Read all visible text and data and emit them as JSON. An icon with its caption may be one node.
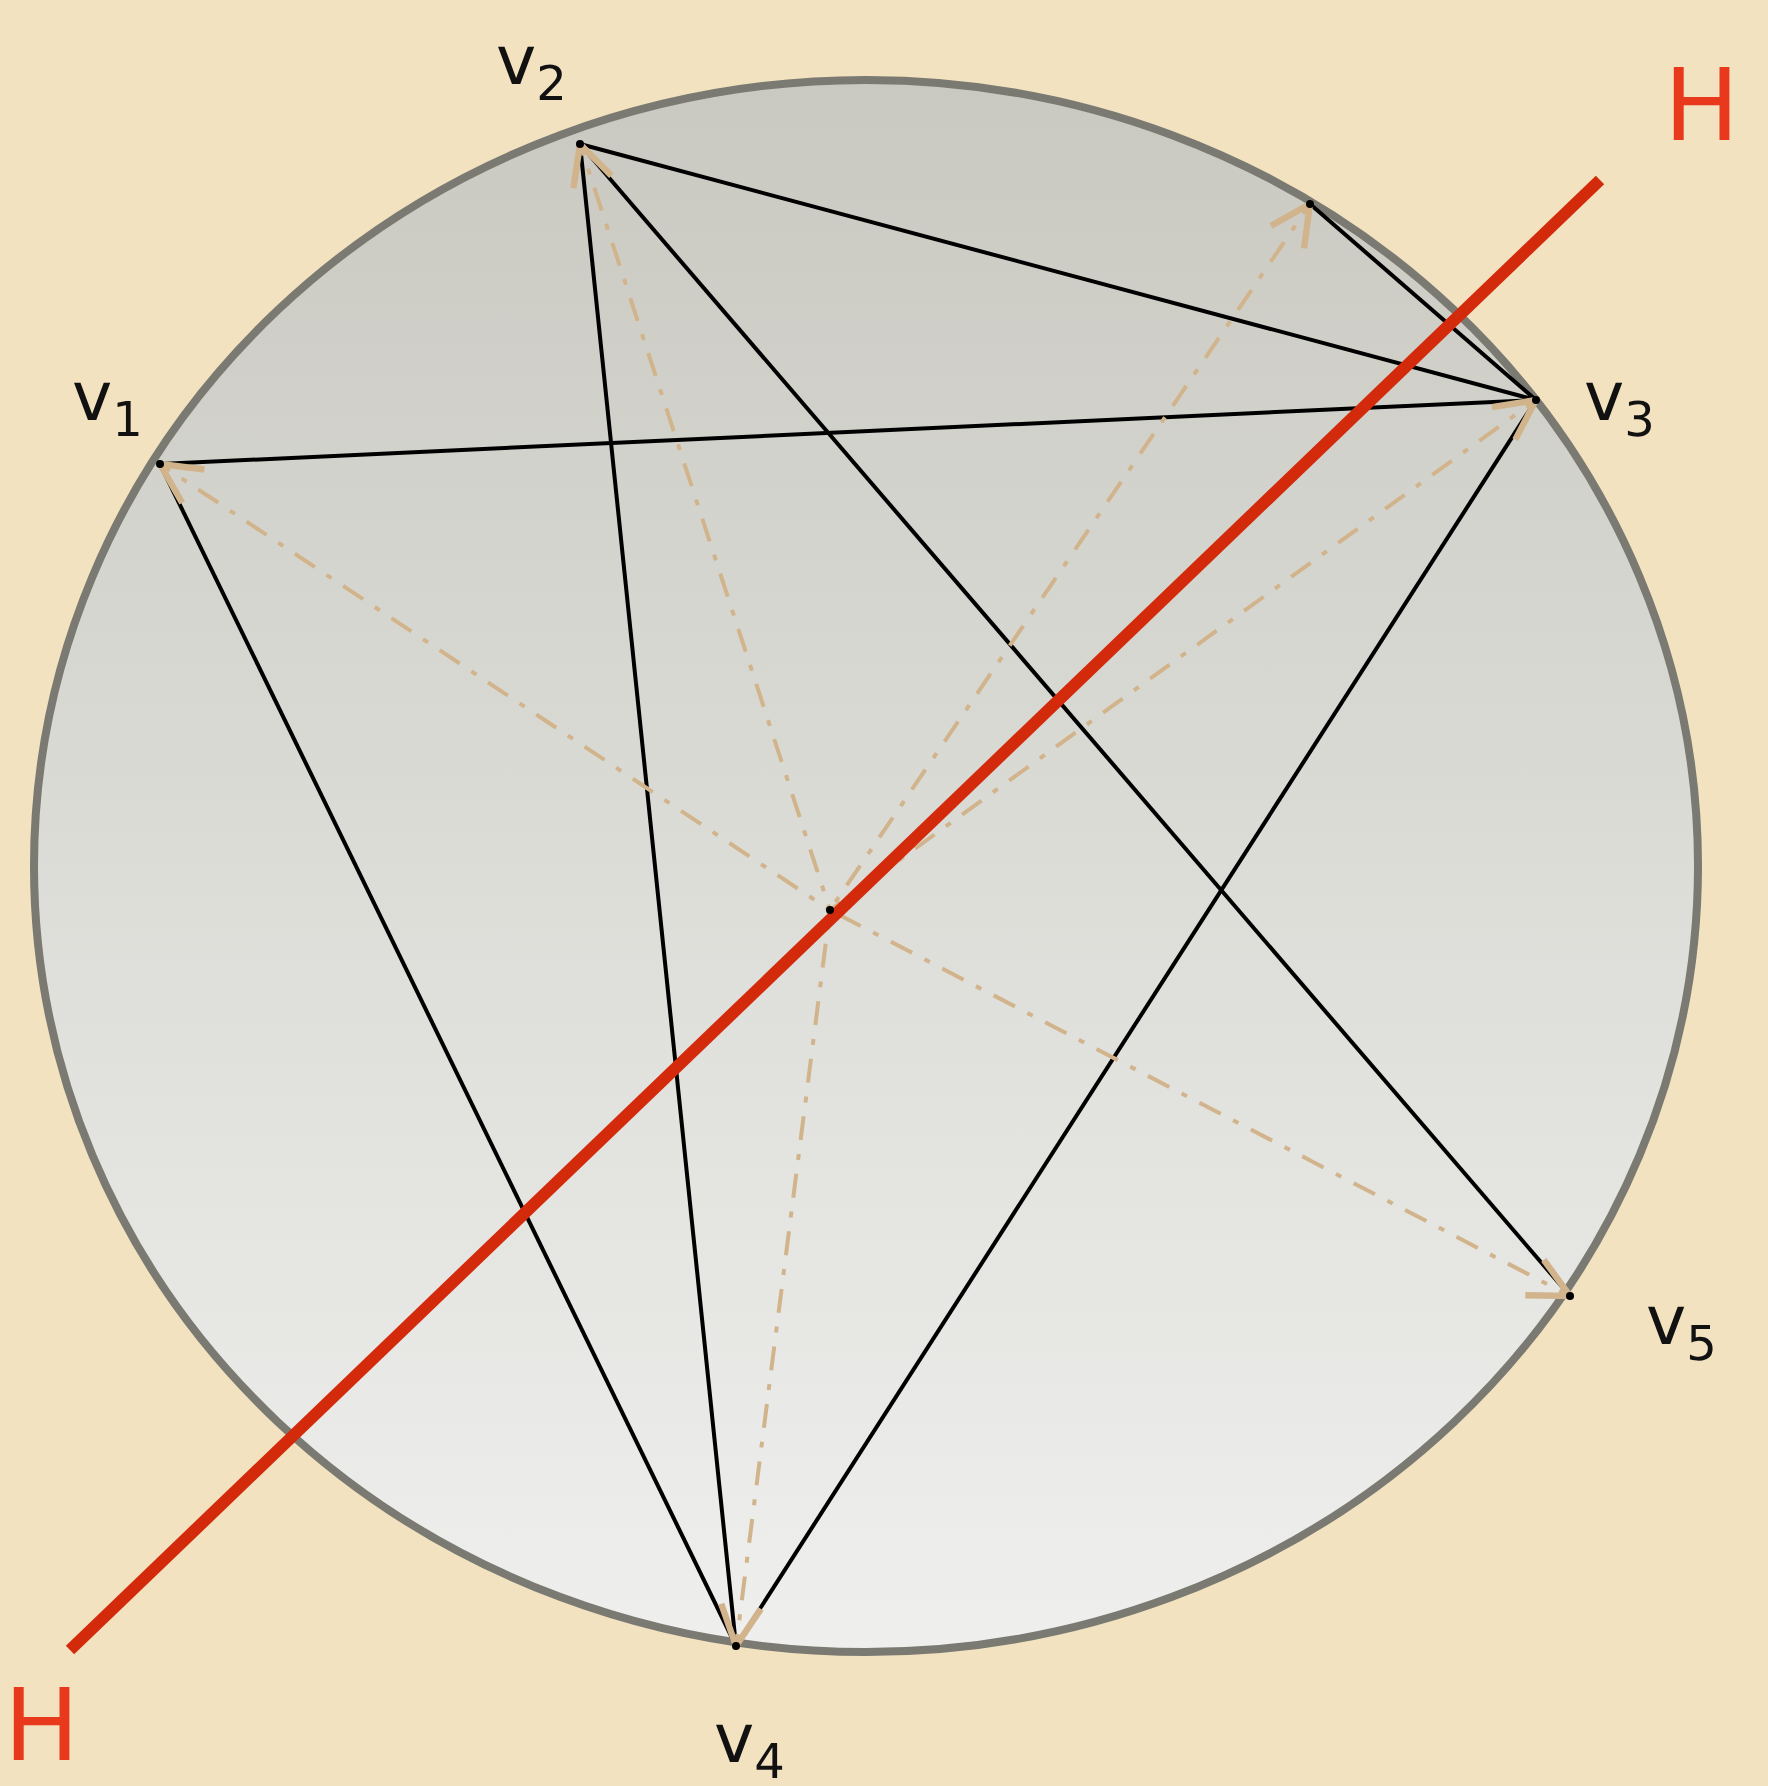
{
  "diagram": {
    "nodes": [
      {
        "text": [],
        "shape": "circle"
      },
      {
        "text": [
          "v$_{1}$"
        ],
        "in": 0
      },
      {
        "text": [
          "v$_{2}$"
        ],
        "in": 0
      },
      {
        "text": [
          "v$_{3}$"
        ],
        "in": 0
      },
      {
        "text": [
          "v$_{4}$"
        ],
        "in": 0
      },
      {
        "text": [
          "v$_{5}$"
        ],
        "in": 0
      },
      {
        "text": [],
        "shape": "point",
        "in": 0
      },
      {
        "text": [],
        "shape": "point",
        "in": 0
      }
    ],
    "edges": [
      {
        "from": 2,
        "to": 3,
        "arrow": "none"
      },
      {
        "from": 2,
        "to": 4,
        "arrow": "none"
      },
      {
        "from": 2,
        "to": 5,
        "arrow": "none"
      },
      {
        "from": 1,
        "to": 3,
        "arrow": "none"
      },
      {
        "from": 1,
        "to": 4,
        "arrow": "none"
      },
      {
        "from": 3,
        "to": 4,
        "arrow": "none"
      },
      {
        "from": 6,
        "to": 3,
        "arrow": "none"
      },
      {
        "from": 7,
        "to": 1,
        "arrow": "to",
        "style": "dashed",
        "color": "#d2b48c"
      },
      {
        "from": 7,
        "to": 2,
        "arrow": "to",
        "style": "dashed",
        "color": "#d2b48c"
      },
      {
        "from": 7,
        "to": 6,
        "arrow": "to",
        "style": "dashed",
        "color": "#d2b48c"
      },
      {
        "from": 7,
        "to": 3,
        "arrow": "to",
        "style": "dashed",
        "color": "#d2b48c"
      },
      {
        "from": 7,
        "to": 4,
        "arrow": "to",
        "style": "dashed",
        "color": "#d2b48c"
      },
      {
        "from": 7,
        "to": 5,
        "arrow": "to",
        "style": "dashed",
        "color": "#d2b48c"
      }
    ],
    "labels": [
      "H",
      "H"
    ]
  }
}
